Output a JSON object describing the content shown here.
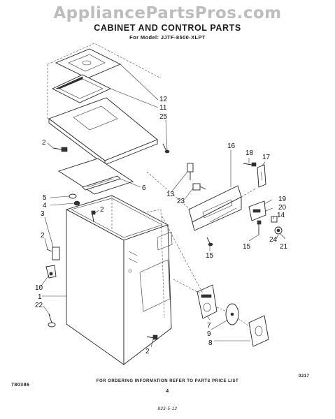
{
  "watermark": "AppliancePartsPros.com",
  "title": "CABINET AND CONTROL PARTS",
  "subtitle": "For Model: JJTF-8500-XLPT",
  "footer": {
    "left_code": "780386",
    "center_note": "FOR ORDERING INFORMATION REFER TO PARTS PRICE LIST",
    "page_number": "4",
    "right_code": "0217",
    "bottom_mark": "833-5-12"
  },
  "callouts": {
    "c12": "12",
    "c11": "11",
    "c25": "25",
    "c2a": "2",
    "c6": "6",
    "c5": "5",
    "c4": "4",
    "c3": "3",
    "c2b": "2",
    "c2c": "2",
    "c10": "10",
    "c1": "1",
    "c22": "22",
    "c13": "13",
    "c23": "23",
    "c16": "16",
    "c18": "18",
    "c17": "17",
    "c19": "19",
    "c20": "20",
    "c14": "14",
    "c24": "24",
    "c21": "21",
    "c15a": "15",
    "c15b": "15",
    "c7": "7",
    "c9": "9",
    "c8": "8",
    "c2d": "2"
  }
}
